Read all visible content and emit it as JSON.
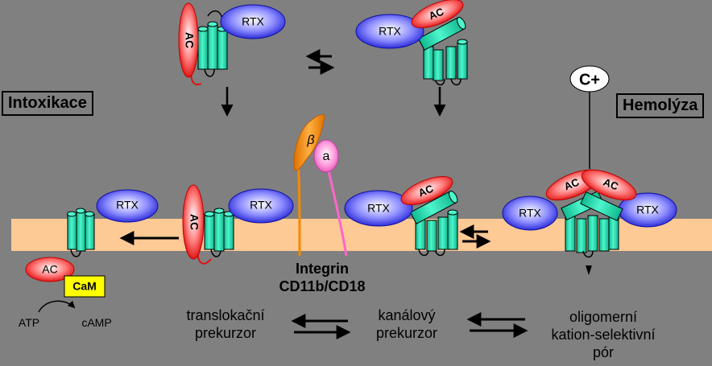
{
  "labels": {
    "intoxikace": "Intoxikace",
    "hemolyza": "Hemolýza",
    "integrin_line1": "Integrin",
    "integrin_line2": "CD11b/CD18",
    "beta": "β",
    "alpha": "a",
    "rtx": "RTX",
    "ac": "AC",
    "cam": "CaM",
    "atp": "ATP",
    "camp": "cAMP",
    "cation": "C+"
  },
  "captions": {
    "translocation_l1": "translokační",
    "translocation_l2": "prekurzor",
    "channel_l1": "kanálový",
    "channel_l2": "prekurzor",
    "oligomer_l1": "oligomerní",
    "oligomer_l2": "kation-selektivní",
    "oligomer_l3": "pór"
  },
  "colors": {
    "background": "#808080",
    "membrane": "#fdc995",
    "cylinder": "#1ee0b4",
    "rtx": "#2a2ad8",
    "ac": "#e01010",
    "beta": "#f58a00",
    "alpha": "#ff7fcf",
    "cam": "#ffff00"
  }
}
